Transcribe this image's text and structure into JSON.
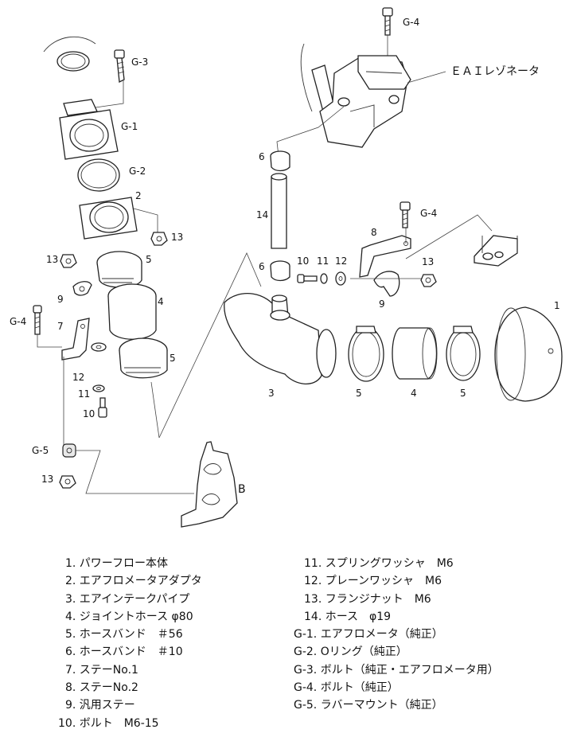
{
  "labels": {
    "g1": "G-1",
    "g2": "G-2",
    "g3": "G-3",
    "g4": "G-4",
    "g5": "G-5",
    "n1": "1",
    "n2": "2",
    "n3": "3",
    "n4": "4",
    "n5": "5",
    "n6": "6",
    "n7": "7",
    "n8": "8",
    "n9": "9",
    "n10": "10",
    "n11": "11",
    "n12": "12",
    "n13": "13",
    "n14": "14",
    "b": "B",
    "resonator": "ＥＡＩレゾネータ"
  },
  "legend_left": [
    "1. パワーフロー本体",
    "2. エアフロメータアダプタ",
    "3. エアインテークパイプ",
    "4. ジョイントホース φ80",
    "5. ホースバンド　＃56",
    "6. ホースバンド　＃10",
    "7. ステーNo.1",
    "8. ステーNo.2",
    "9. 汎用ステー",
    "10. ボルト　M6-15"
  ],
  "legend_right": [
    "11. スプリングワッシャ　M6",
    "12. プレーンワッシャ　M6",
    "13. フランジナット　M6",
    "14. ホース　φ19",
    "G-1. エアフロメータ（純正）",
    "G-2. Oリング（純正）",
    "G-3. ボルト（純正・エアフロメータ用）",
    "G-4. ボルト（純正）",
    "G-5. ラバーマウント（純正）"
  ]
}
